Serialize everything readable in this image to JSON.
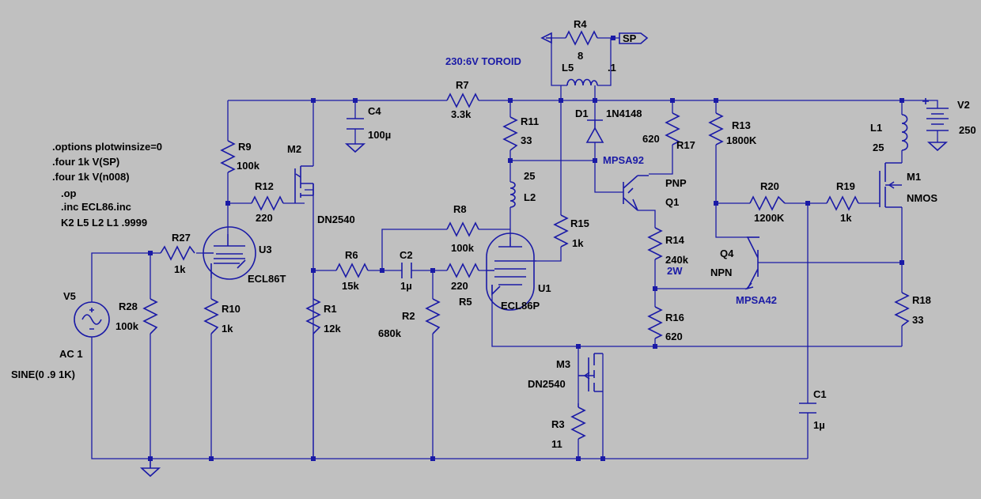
{
  "directives": [
    ".options plotwinsize=0",
    ".four 1k V(SP)",
    ".four 1k V(n008)",
    ".op",
    ".inc ECL86.inc",
    "K2 L5 L2 L1 .9999"
  ],
  "notes": {
    "toroid": "230:6V TOROID",
    "r14_power": "2W"
  },
  "parts": {
    "R4": {
      "ref": "R4",
      "val": "8"
    },
    "SP": {
      "ref": "SP"
    },
    "L5": {
      "ref": "L5",
      "val": ".1"
    },
    "R7": {
      "ref": "R7",
      "val": "3.3k"
    },
    "C4": {
      "ref": "C4",
      "val": "100µ"
    },
    "R11": {
      "ref": "R11",
      "val": "33"
    },
    "D1": {
      "ref": "D1",
      "val": "1N4148"
    },
    "R17": {
      "ref": "R17",
      "val": "620"
    },
    "R13": {
      "ref": "R13",
      "val": "1800K"
    },
    "V2": {
      "ref": "V2",
      "val": "250"
    },
    "L1": {
      "ref": "L1",
      "val": "25"
    },
    "M1": {
      "ref": "M1",
      "val": "NMOS"
    },
    "R9": {
      "ref": "R9",
      "val": "100k"
    },
    "M2": {
      "ref": "M2",
      "val": "DN2540"
    },
    "R12": {
      "ref": "R12",
      "val": "220"
    },
    "L2": {
      "ref": "L2",
      "val": "25"
    },
    "Q1": {
      "ref": "Q1",
      "type": "PNP",
      "model": "MPSA92"
    },
    "R20": {
      "ref": "R20",
      "val": "1200K"
    },
    "R19": {
      "ref": "R19",
      "val": "1k"
    },
    "R8": {
      "ref": "R8",
      "val": "100k"
    },
    "R15": {
      "ref": "R15",
      "val": "1k"
    },
    "R27": {
      "ref": "R27",
      "val": "1k"
    },
    "U3": {
      "ref": "U3",
      "val": "ECL86T"
    },
    "R6": {
      "ref": "R6",
      "val": "15k"
    },
    "C2": {
      "ref": "C2",
      "val": "1µ"
    },
    "R14": {
      "ref": "R14",
      "val": "240k"
    },
    "Q4": {
      "ref": "Q4",
      "type": "NPN",
      "model": "MPSA42"
    },
    "R5": {
      "ref": "R5",
      "val": "220"
    },
    "U1": {
      "ref": "U1",
      "val": "ECL86P"
    },
    "V5": {
      "ref": "V5",
      "val": "AC 1",
      "val2": "SINE(0 .9 1K)"
    },
    "R28": {
      "ref": "R28",
      "val": "100k"
    },
    "R10": {
      "ref": "R10",
      "val": "1k"
    },
    "R1": {
      "ref": "R1",
      "val": "12k"
    },
    "R2": {
      "ref": "R2",
      "val": "680k"
    },
    "R16": {
      "ref": "R16",
      "val": "620"
    },
    "R18": {
      "ref": "R18",
      "val": "33"
    },
    "M3": {
      "ref": "M3",
      "val": "DN2540"
    },
    "C1": {
      "ref": "C1",
      "val": "1µ"
    },
    "R3": {
      "ref": "R3",
      "val": "11"
    }
  }
}
